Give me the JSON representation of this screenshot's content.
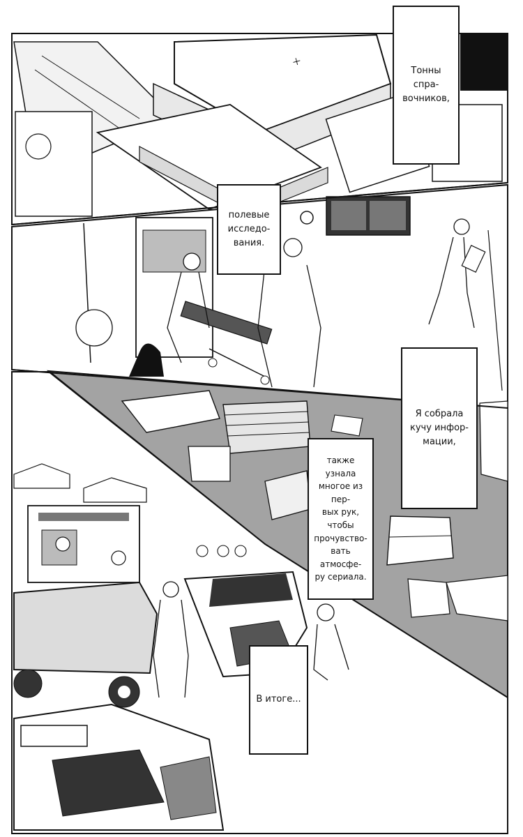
{
  "captions": {
    "c1": "Тонны спра-\nвочников,",
    "c2": "полевые\nисследо-\nвания.",
    "c3": "Я собрала\nкучу инфор-\nмации,",
    "c4": "также узнала\nмногое из пер-\nвых рук, чтобы\nпрочувство-\nвать атмосфе-\nру сериала.",
    "c5": "В итоге..."
  },
  "colors": {
    "ink": "#111111",
    "screentone": "#9a9a9a",
    "paper": "#ffffff"
  }
}
